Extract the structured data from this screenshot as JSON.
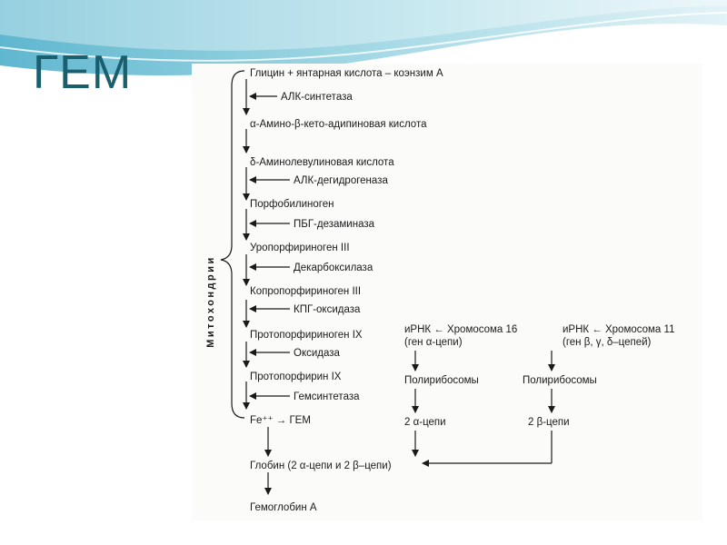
{
  "slide": {
    "title": "ГЕМ"
  },
  "diagram": {
    "side_label": "Митохондрии",
    "main_chain": [
      "Глицин + янтарная кислота – коэнзим А",
      "α-Амино-β-кето-адипиновая кислота",
      "δ-Аминолевулиновая кислота",
      "Порфобилиноген",
      "Уропорфириноген III",
      "Копропорфириноген III",
      "Протопорфириноген IX",
      "Протопорфирин IX",
      "Fe⁺⁺ → ГЕМ",
      "Глобин (2 α-цепи и 2 β–цепи)",
      "Гемоглобин А"
    ],
    "enzymes": [
      "АЛК-синтетаза",
      "АЛК-дегидрогеназа",
      "ПБГ-дезаминаза",
      "Декарбоксилаза",
      "КПГ-оксидаза",
      "Оксидаза",
      "Гемсинтетаза"
    ],
    "alpha_branch": {
      "line1": "иРНК ← Хромосома 16",
      "line2": "(ген α-цепи)",
      "polysomes": "Полирибосомы",
      "chains": "2 α-цепи"
    },
    "beta_branch": {
      "line1": "иРНК ← Хромосома 11",
      "line2": "(ген β, γ, δ–цепей)",
      "polysomes": "Полирибосомы",
      "chains": "2 β-цепи"
    }
  }
}
